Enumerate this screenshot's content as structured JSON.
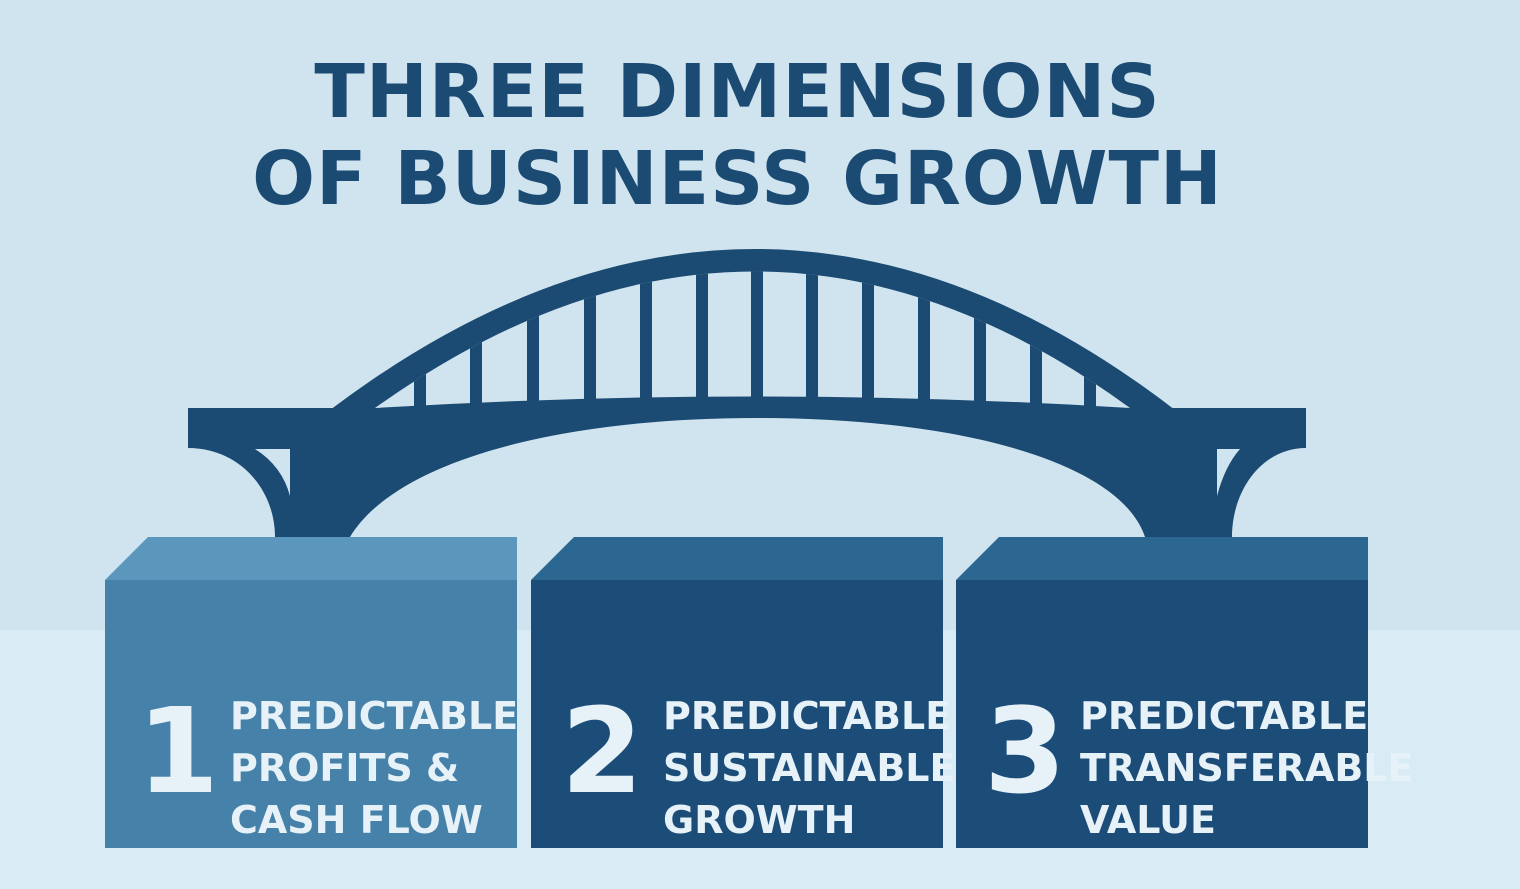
{
  "title": {
    "line1": "THREE DIMENSIONS",
    "line2": "OF BUSINESS GROWTH"
  },
  "pillars": [
    {
      "number": "1",
      "lines": [
        "PREDICTABLE",
        "PROFITS &",
        "CASH FLOW"
      ]
    },
    {
      "number": "2",
      "lines": [
        "PREDICTABLE",
        "SUSTAINABLE",
        "GROWTH"
      ]
    },
    {
      "number": "3",
      "lines": [
        "PREDICTABLE",
        "TRANSFERABLE",
        "VALUE"
      ]
    }
  ],
  "colors": {
    "background": "#cfe4ef",
    "primary": "#1b4a73",
    "pillar1": "#4581a8",
    "pillar_dark": "#1c4d79"
  }
}
